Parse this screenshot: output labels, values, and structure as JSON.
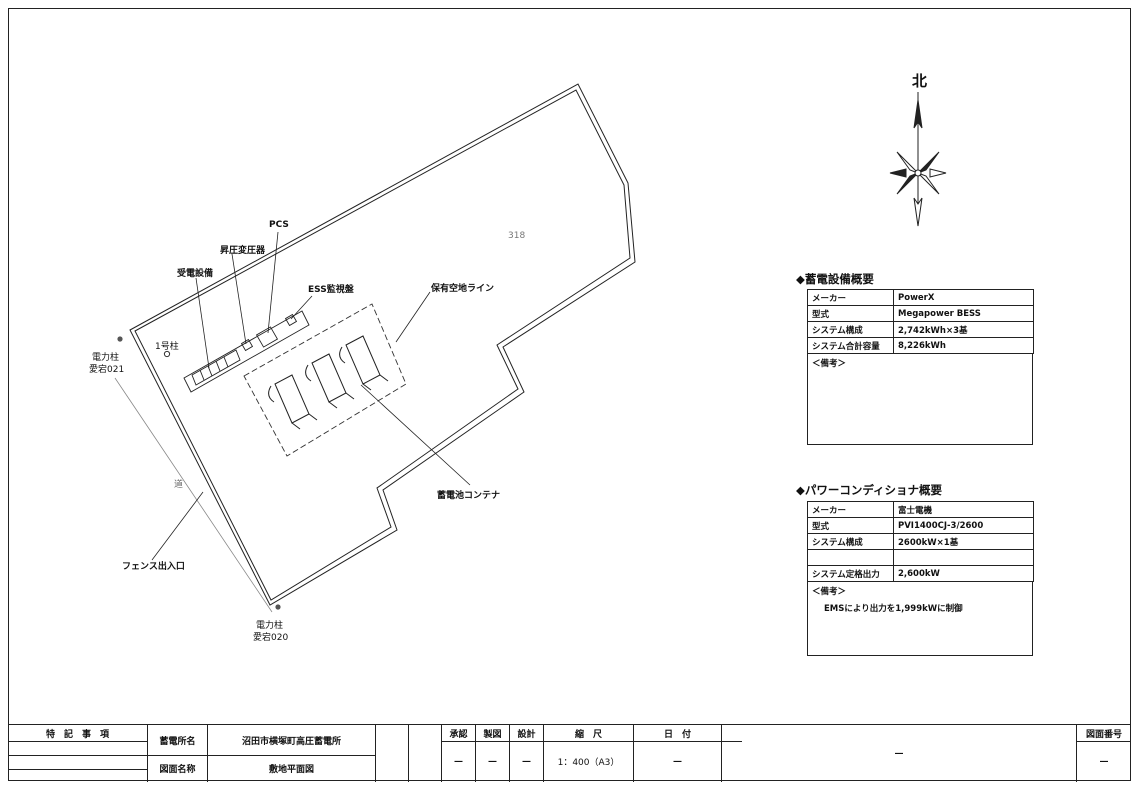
{
  "compass": {
    "north_label": "北"
  },
  "site": {
    "lot_number": "318",
    "labels": {
      "pcs": "PCS",
      "transformer": "昇圧変圧器",
      "receiving": "受電設備",
      "ess_panel": "ESS監視盤",
      "clearance_line": "保有空地ライン",
      "pole1": "1号柱",
      "pole_a_line1": "電力柱",
      "pole_a_line2": "愛宕021",
      "road": "道",
      "battery_container": "蓄電池コンテナ",
      "fence_gate": "フェンス出入口",
      "pole_b_line1": "電力柱",
      "pole_b_line2": "愛宕020"
    }
  },
  "storage_summary": {
    "title": "◆蓄電設備概要",
    "rows": [
      {
        "key": "メーカー",
        "value": "PowerX"
      },
      {
        "key": "型式",
        "value": "Megapower BESS"
      },
      {
        "key": "システム構成",
        "value": "2,742kWh×3基"
      },
      {
        "key": "システム合計容量",
        "value": "8,226kWh"
      }
    ],
    "remarks_label": "＜備考＞"
  },
  "pcs_summary": {
    "title": "◆パワーコンディショナ概要",
    "rows": [
      {
        "key": "メーカー",
        "value": "富士電機"
      },
      {
        "key": "型式",
        "value": "PVI1400CJ-3/2600"
      },
      {
        "key": "システム構成",
        "value": "2600kW×1基"
      },
      {
        "key": "",
        "value": ""
      },
      {
        "key": "システム定格出力",
        "value": "2,600kW"
      }
    ],
    "remarks_label": "＜備考＞",
    "remarks_note": "EMSにより出力を1,999kWに制御"
  },
  "title_block": {
    "special_notes": "特　記　事　項",
    "station_label": "蓄電所名",
    "station_name": "沼田市横塚町高圧蓄電所",
    "drawing_label": "図面名称",
    "drawing_name": "敷地平面図",
    "approved": "承認",
    "drawn": "製図",
    "designed": "設計",
    "approved_val": "—",
    "drawn_val": "—",
    "designed_val": "—",
    "scale_label": "縮　尺",
    "scale_value": "1：400（A3）",
    "date_label": "日　付",
    "date_value": "—",
    "center_value": "—",
    "drawing_no_label": "図面番号",
    "drawing_no_value": "—"
  }
}
